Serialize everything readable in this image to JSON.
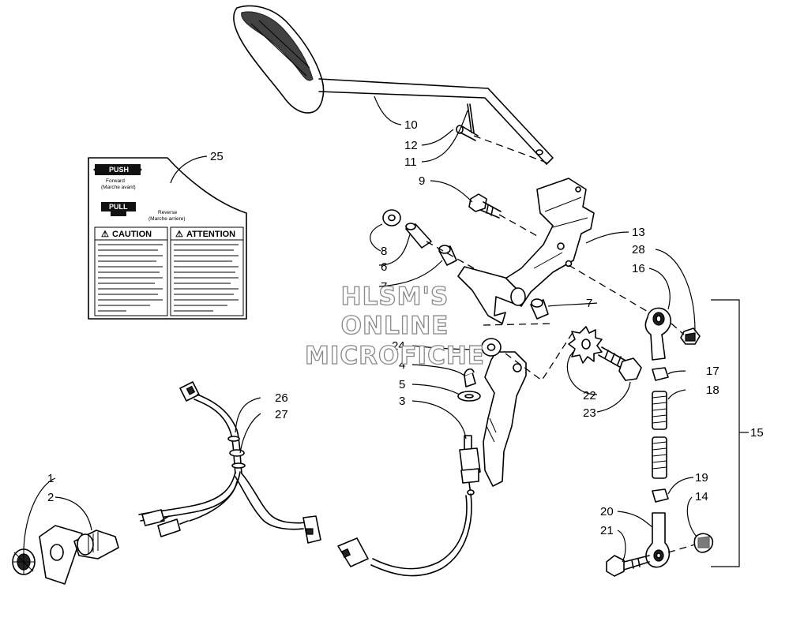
{
  "watermark": {
    "line1": "HLSM'S",
    "line2": "ONLINE",
    "line3": "MICROFICHE"
  },
  "label_decal": {
    "push": "PUSH",
    "forward": "Forward",
    "forward_fr": "(Marche avant)",
    "pull": "PULL",
    "reverse": "Reverse",
    "reverse_fr": "(Marche arriere)",
    "caution": "CAUTION",
    "attention": "ATTENTION"
  },
  "callouts": {
    "c1": "1",
    "c2": "2",
    "c3": "3",
    "c4": "4",
    "c5": "5",
    "c6": "6",
    "c7a": "7",
    "c7b": "7",
    "c8": "8",
    "c9": "9",
    "c10": "10",
    "c11": "11",
    "c12": "12",
    "c13": "13",
    "c14": "14",
    "c15": "15",
    "c16": "16",
    "c17": "17",
    "c18": "18",
    "c19": "19",
    "c20": "20",
    "c21": "21",
    "c22": "22",
    "c23": "23",
    "c24": "24",
    "c25": "25",
    "c26": "26",
    "c27": "27",
    "c28": "28"
  }
}
